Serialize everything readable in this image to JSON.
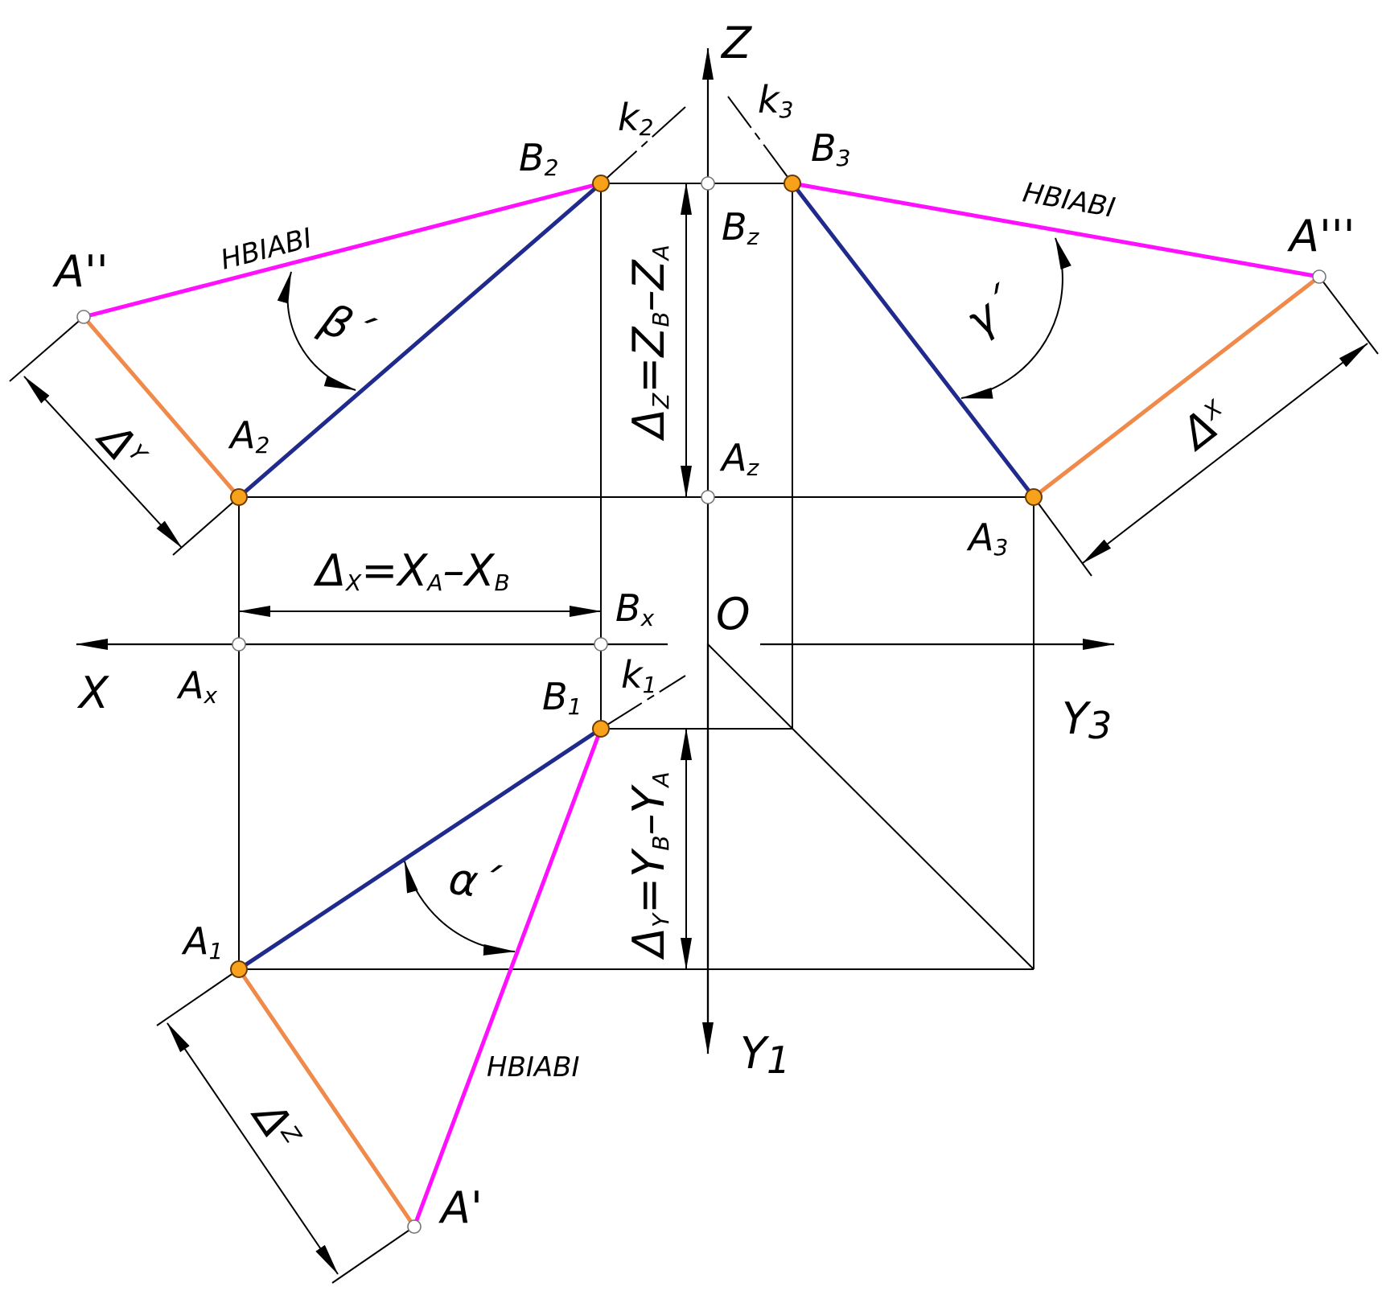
{
  "colors": {
    "true_length": "#ff10ff",
    "projection": "#1f2a8c",
    "delta": "#f08a4b",
    "point": "#f7a21a"
  },
  "axes": {
    "z": "Z",
    "x": "X",
    "y3": "Y",
    "y3_sub": "3",
    "y1": "Y",
    "y1_sub": "1",
    "origin": "O"
  },
  "points": {
    "a2": "A",
    "a2_sub": "2",
    "b2": "B",
    "b2_sub": "2",
    "b3": "B",
    "b3_sub": "3",
    "a3": "A",
    "a3_sub": "3",
    "a1": "A",
    "a1_sub": "1",
    "b1": "B",
    "b1_sub": "1",
    "bz": "B",
    "bz_sub": "z",
    "az": "A",
    "az_sub": "z",
    "bx": "B",
    "bx_sub": "x",
    "ax": "A",
    "ax_sub": "x",
    "a_double": "A''",
    "a_triple": "A'''",
    "a_prime": "A'",
    "k2": "k",
    "k2_sub": "2",
    "k3": "k",
    "k3_sub": "3",
    "k1": "k",
    "k1_sub": "1"
  },
  "labels": {
    "true_length": "НВІАВІ",
    "beta": "β´",
    "gamma": "γ´",
    "alpha": "α´",
    "delta_y_small": "Δ",
    "delta_y_small_sub": "Y",
    "delta_x_small": "Δ",
    "delta_x_small_sub": "X",
    "delta_z_small": "Δ",
    "delta_z_small_sub": "Z",
    "dx_formula": {
      "d": "Δ",
      "d_sub": "X",
      "eq": "=X",
      "a_sub": "A",
      "minus": "–X",
      "b_sub": "B"
    },
    "dz_formula": {
      "d": "Δ",
      "d_sub": "Z",
      "eq": "=Z",
      "b_sub": "B",
      "minus": "–Z",
      "a_sub": "A"
    },
    "dy_formula": {
      "d": "Δ",
      "d_sub": "Y",
      "eq": "=Y",
      "b_sub": "B",
      "minus": "–Y",
      "a_sub": "A"
    }
  }
}
